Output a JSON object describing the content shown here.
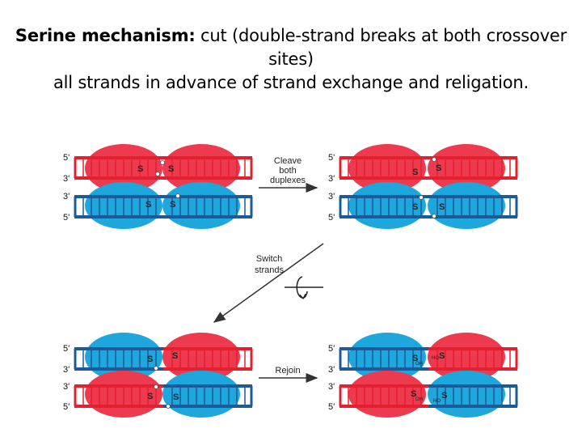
{
  "title": {
    "bold": "Serine mechanism:",
    "rest_line1": " cut (double-strand breaks at both crossover sites)",
    "line2": "all strands in advance of strand exchange and religation."
  },
  "labels": {
    "five_prime": "5'",
    "three_prime": "3'",
    "s": "S",
    "oh": "OH",
    "ho": "HO"
  },
  "arrows": {
    "cleave_1": "Cleave",
    "cleave_2": "both",
    "cleave_3": "duplexes",
    "switch_1": "Switch",
    "switch_2": "strands",
    "rejoin": "Rejoin"
  },
  "colors": {
    "red_protein": "#ee3a4f",
    "blue_protein": "#1ea7dd",
    "red_dna": "#e3202f",
    "blue_dna": "#1b5b9a"
  }
}
